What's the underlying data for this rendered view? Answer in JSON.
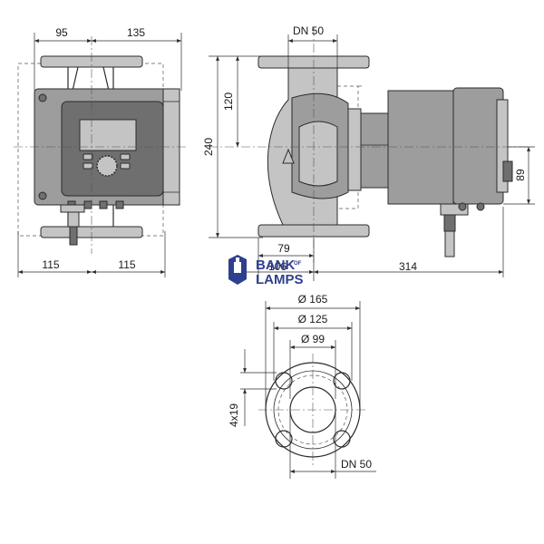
{
  "dimensions": {
    "front_top_left": "95",
    "front_top_right": "135",
    "front_bottom_left": "115",
    "front_bottom_right": "115",
    "side_dn_top": "DN 50",
    "side_120": "120",
    "side_240": "240",
    "side_79": "79",
    "side_106": "106",
    "side_314": "314",
    "side_89": "89",
    "flange_d165": "Ø 165",
    "flange_d125": "Ø 125",
    "flange_d99": "Ø 99",
    "flange_holes": "4x19",
    "flange_dn": "DN 50"
  },
  "watermark": {
    "line1": "BANK",
    "of": "OF",
    "line2": "LAMPS",
    "color": "#2f3f8f"
  },
  "colors": {
    "line": "#2b2b2b",
    "part_fill": "#9d9d9d",
    "part_light": "#c4c4c4",
    "part_dark": "#6f6f6f"
  }
}
